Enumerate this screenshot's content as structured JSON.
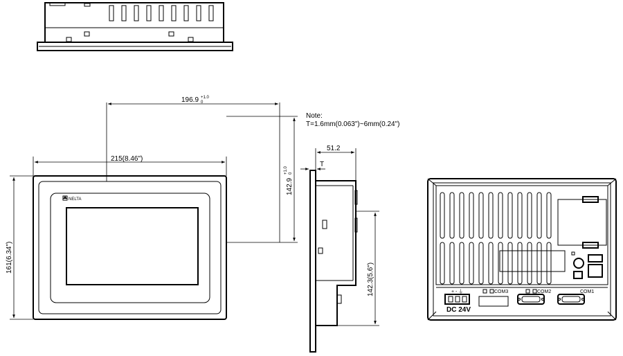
{
  "dimensions": {
    "width_mm": "215(8.46\")",
    "height_mm": "161(6.34\")",
    "cutout_width": "196.9",
    "cutout_width_tol": "+1.0",
    "cutout_width_tol2": "0",
    "cutout_height": "142.9",
    "cutout_height_tol": "+1.0",
    "cutout_height_tol2": "0",
    "depth": "51.2",
    "side_height": "142.3(5.6\")",
    "t_label": "T"
  },
  "note": {
    "title": "Note:",
    "text": "T=1.6mm(0.063\")~6mm(0.24\")"
  },
  "front": {
    "logo": "NELTA"
  },
  "rear_ports": {
    "com1": "COM1",
    "com2": "COM2",
    "com3": "COM3",
    "power": "DC 24V",
    "power_pins": "+ - ⏚"
  }
}
